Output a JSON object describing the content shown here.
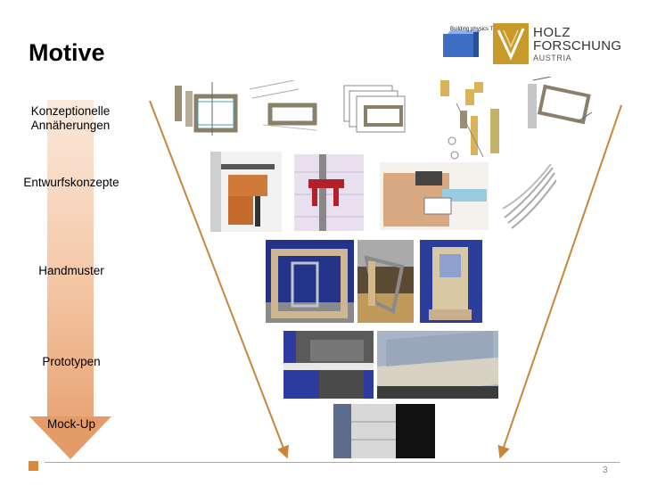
{
  "title": "Motive",
  "steps": [
    "Konzeptionelle Annäherungen",
    "Entwurfskonzepte",
    "Handmuster",
    "Prototypen",
    "Mock-Up"
  ],
  "logos": {
    "building_physics": "Building physics TU",
    "holzforschung_line1": "HOLZ",
    "holzforschung_line2": "FORSCHUNG",
    "holzforschung_line3": "AUSTRIA"
  },
  "colors": {
    "accent": "#d98a3e",
    "funnel_line": "#c8853c",
    "arrow_top": "#fbe9dd",
    "arrow_bottom": "#e59b67"
  },
  "page_number": "3"
}
